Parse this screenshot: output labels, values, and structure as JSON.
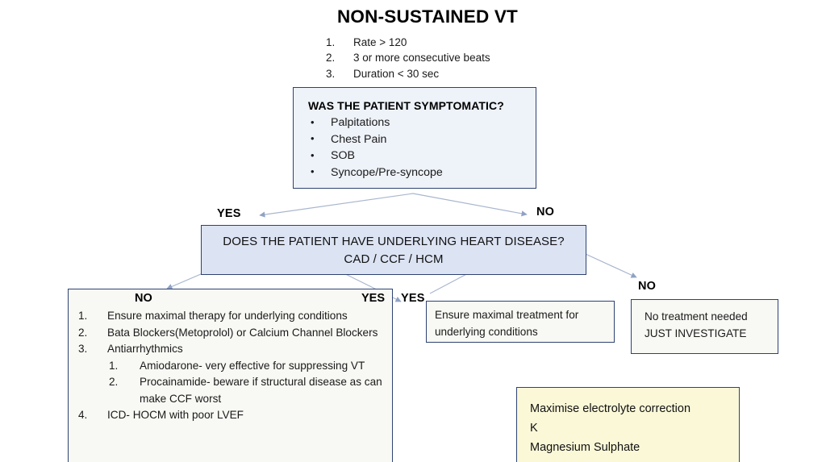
{
  "title": {
    "heading": "NON-SUSTAINED VT",
    "criteria": [
      {
        "num": "1.",
        "text": "Rate > 120"
      },
      {
        "num": "2.",
        "text": "3 or more consecutive beats"
      },
      {
        "num": "3.",
        "text": "Duration < 30 sec"
      }
    ]
  },
  "symptomatic_box": {
    "title": "WAS THE PATIENT SYMPTOMATIC?",
    "bullet": "•",
    "items": [
      "Palpitations",
      "Chest Pain",
      "SOB",
      "Syncope/Pre-syncope"
    ]
  },
  "branch_labels": {
    "yes_top": "YES",
    "no_top": "NO",
    "yes_mid": "YES",
    "no_right": "NO"
  },
  "decision_box": {
    "line1": "DOES THE PATIENT HAVE UNDERLYING HEART DISEASE?",
    "line2": "CAD / CCF / HCM"
  },
  "treatment_box": {
    "label_no": "NO",
    "label_yes": "YES",
    "items": [
      {
        "num": "1.",
        "text": "Ensure maximal therapy for underlying conditions"
      },
      {
        "num": "2.",
        "text": "Bata Blockers(Metoprolol) or Calcium Channel Blockers"
      },
      {
        "num": "3.",
        "text": "Antiarrhythmics",
        "subitems": [
          {
            "num": "1.",
            "text": "Amiodarone- very effective for suppressing VT"
          },
          {
            "num": "2.",
            "text": "Procainamide- beware if structural disease as can make CCF worst"
          }
        ]
      },
      {
        "num": "4.",
        "text": "ICD- HOCM with poor LVEF"
      }
    ]
  },
  "yes_treatment_box": {
    "line1": "Ensure maximal treatment for",
    "line2": "underlying conditions"
  },
  "no_treatment_box": {
    "line1": "No treatment needed",
    "line2": "JUST INVESTIGATE"
  },
  "electrolyte_box": {
    "line1": "Maximise electrolyte correction",
    "line2": "K",
    "line3": "Magnesium Sulphate"
  },
  "colors": {
    "border_navy": "#2e4272",
    "fill_light_blue": "#eef2f9",
    "fill_lavender": "#dce3f3",
    "fill_offwhite": "#f8f8f4",
    "fill_yellow": "#fbf8d8",
    "arrow_blue": "#97a9c9",
    "text": "#1a1a1a"
  }
}
